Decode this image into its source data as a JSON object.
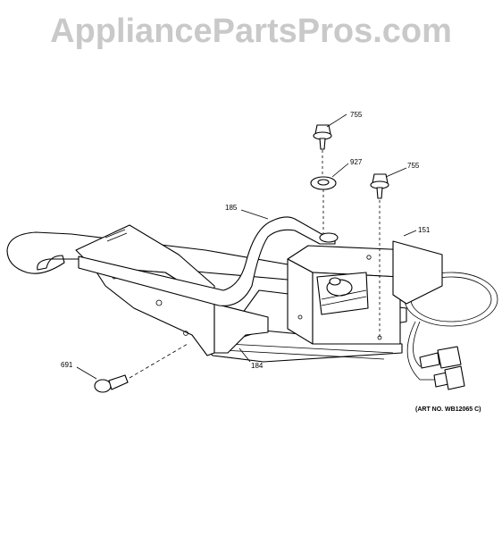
{
  "watermark": "AppliancePartsPros.com",
  "art_number": "(ART NO. WB12065 C)",
  "callouts": [
    {
      "id": "755a",
      "text": "755"
    },
    {
      "id": "927",
      "text": "927"
    },
    {
      "id": "755b",
      "text": "755"
    },
    {
      "id": "185",
      "text": "185"
    },
    {
      "id": "151",
      "text": "151"
    },
    {
      "id": "184",
      "text": "184"
    },
    {
      "id": "691",
      "text": "691"
    }
  ]
}
